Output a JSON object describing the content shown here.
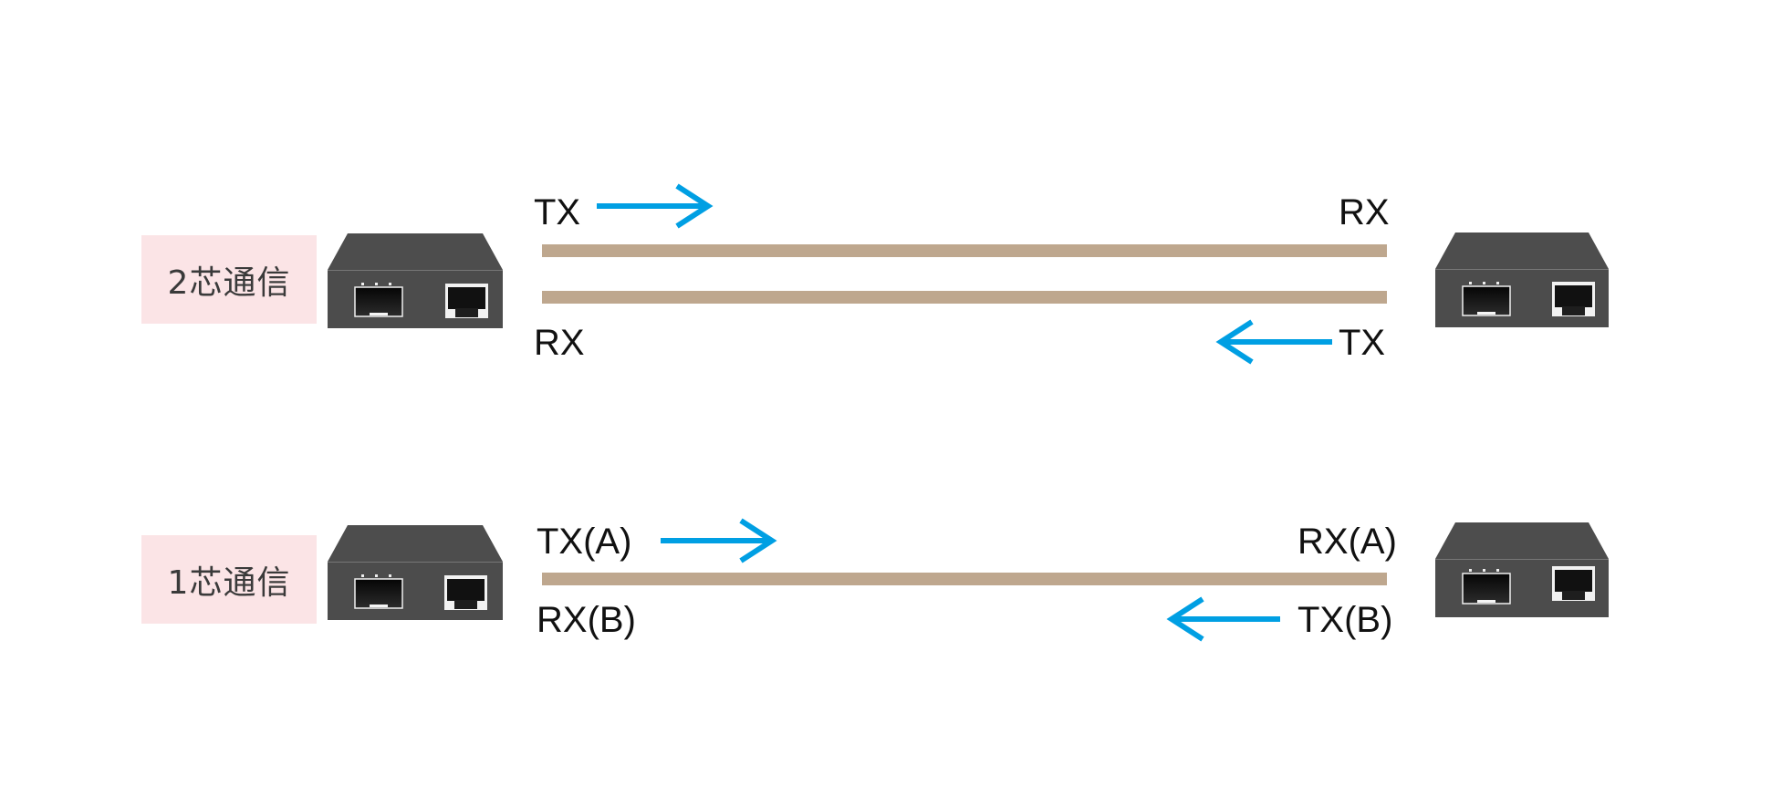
{
  "diagrams": [
    {
      "title": "2芯通信",
      "fiber_count": 2,
      "left_labels": {
        "top": "TX",
        "bottom": "RX"
      },
      "right_labels": {
        "top": "RX",
        "bottom": "TX"
      },
      "arrows": [
        {
          "direction": "right",
          "meaning": "TX to RX (top fiber)"
        },
        {
          "direction": "left",
          "meaning": "TX to RX (bottom fiber)"
        }
      ]
    },
    {
      "title": "1芯通信",
      "fiber_count": 1,
      "left_labels": {
        "top": "TX(A)",
        "bottom": "RX(B)"
      },
      "right_labels": {
        "top": "RX(A)",
        "bottom": "TX(B)"
      },
      "arrows": [
        {
          "direction": "right",
          "meaning": "wavelength A"
        },
        {
          "direction": "left",
          "meaning": "wavelength B"
        }
      ]
    }
  ],
  "devices": {
    "type": "media-converter",
    "ports": [
      "sfp-port",
      "rj45-port"
    ]
  },
  "colors": {
    "badge_bg": "#fbe4e6",
    "fiber": "#bea78e",
    "arrow": "#009fe3",
    "device_body": "#4d4d4d"
  }
}
